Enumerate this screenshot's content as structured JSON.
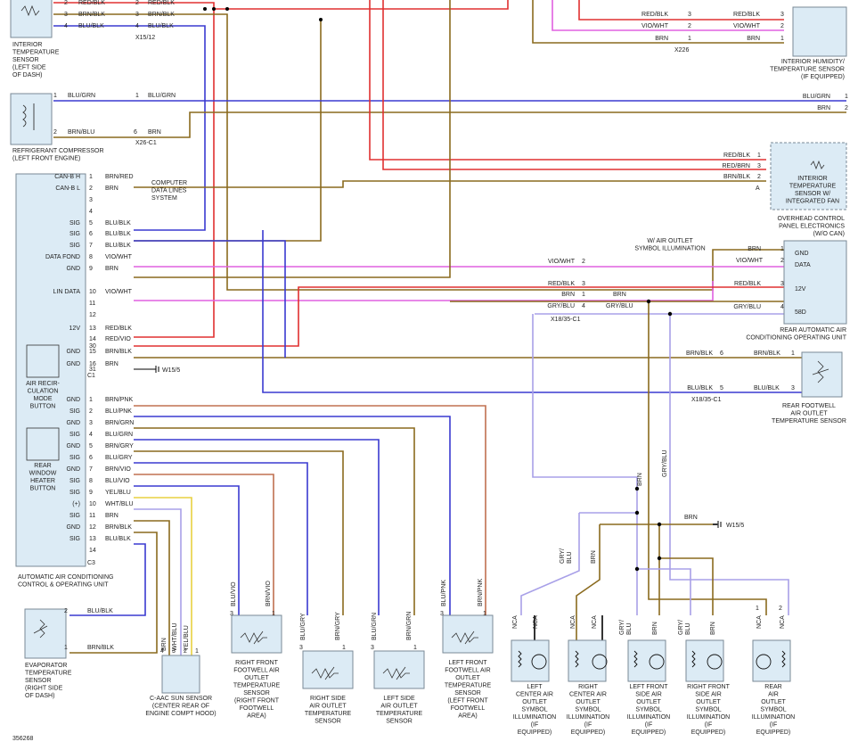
{
  "diagram_id": "356268",
  "components": {
    "interior_temp_sensor_ls": [
      "INTERIOR",
      "TEMPERATURE",
      "SENSOR",
      "(LEFT SIDE",
      "OF DASH)"
    ],
    "refrigerant_compressor": [
      "REFRIGERANT COMPRESSOR",
      "(LEFT FRONT ENGINE)"
    ],
    "humidity_sensor": [
      "INTERIOR HUMIDITY/",
      "TEMPERATURE SENSOR",
      "(IF EQUIPPED)"
    ],
    "interior_temp_fan": [
      "INTERIOR",
      "TEMPERATURE",
      "SENSOR W/",
      "INTEGRATED FAN"
    ],
    "overhead_panel": [
      "OVERHEAD CONTROL",
      "PANEL ELECTRONICS",
      "(W/O CAN)"
    ],
    "rear_ac_unit": [
      "REAR AUTOMATIC AIR",
      "CONDITIONING OPERATING UNIT"
    ],
    "rear_footwell": [
      "REAR FOOTWELL",
      "AIR OUTLET",
      "TEMPERATURE SENSOR"
    ],
    "ac_module": [
      "AUTOMATIC AIR CONDITIONING",
      "CONTROL & OPERATING UNIT"
    ],
    "recirc_button": [
      "AIR RECIR-",
      "CULATION",
      "MODE",
      "BUTTON"
    ],
    "rear_heater_button": [
      "REAR",
      "WINDOW",
      "HEATER",
      "BUTTON"
    ],
    "evaporator": [
      "EVAPORATOR",
      "TEMPERATURE",
      "SENSOR",
      "(RIGHT SIDE",
      "OF DASH)"
    ],
    "sun_sensor": [
      "C-AAC SUN SENSOR",
      "(CENTER REAR OF",
      "ENGINE COMPT HOOD)"
    ],
    "rf_footwell": [
      "RIGHT FRONT",
      "FOOTWELL AIR",
      "OUTLET",
      "TEMPERATURE",
      "SENSOR",
      "(RIGHT FRONT",
      "FOOTWELL",
      "AREA)"
    ],
    "rs_outlet": [
      "RIGHT SIDE",
      "AIR OUTLET",
      "TEMPERATURE",
      "SENSOR"
    ],
    "ls_outlet": [
      "LEFT SIDE",
      "AIR OUTLET",
      "TEMPERATURE",
      "SENSOR"
    ],
    "lf_footwell": [
      "LEFT FRONT",
      "FOOTWELL AIR",
      "OUTLET",
      "TEMPERATURE",
      "SENSOR",
      "(LEFT FRONT",
      "FOOTWELL",
      "AREA)"
    ],
    "illum_lc": [
      "LEFT",
      "CENTER AIR",
      "OUTLET",
      "SYMBOL",
      "ILLUMINATION",
      "(IF",
      "EQUIPPED)"
    ],
    "illum_rc": [
      "RIGHT",
      "CENTER AIR",
      "OUTLET",
      "SYMBOL",
      "ILLUMINATION",
      "(IF",
      "EQUIPPED)"
    ],
    "illum_lfs": [
      "LEFT FRONT",
      "SIDE AIR",
      "OUTLET",
      "SYMBOL",
      "ILLUMINATION",
      "(IF",
      "EQUIPPED)"
    ],
    "illum_rfs": [
      "RIGHT FRONT",
      "SIDE AIR",
      "OUTLET",
      "SYMBOL",
      "ILLUMINATION",
      "(IF",
      "EQUIPPED)"
    ],
    "illum_rear": [
      "REAR",
      "AIR",
      "OUTLET",
      "SYMBOL",
      "ILLUMINATION",
      "(IF",
      "EQUIPPED)"
    ]
  },
  "connectors": {
    "x15_12": "X15/12",
    "x26_c1": "X26-C1",
    "x226": "X226",
    "a": "A",
    "x18_35_c1": "X18/35-C1",
    "c1": "C1",
    "c3": "C3",
    "w15_5": "W15/5"
  },
  "notes": {
    "computer_data_lines": [
      "COMPUTER",
      "DATA LINES",
      "SYSTEM"
    ],
    "w_air_outlet": [
      "W/ AIR OUTLET",
      "SYMBOL ILLUMINATION"
    ]
  },
  "module_pins_c1": [
    {
      "num": "1",
      "sig": "CAN-B H",
      "wire": "BRN/RED"
    },
    {
      "num": "2",
      "sig": "CAN-B L",
      "wire": "BRN"
    },
    {
      "num": "3",
      "sig": "",
      "wire": ""
    },
    {
      "num": "4",
      "sig": "",
      "wire": ""
    },
    {
      "num": "5",
      "sig": "SIG",
      "wire": "BLU/BLK"
    },
    {
      "num": "6",
      "sig": "SIG",
      "wire": "BLU/BLK"
    },
    {
      "num": "7",
      "sig": "SIG",
      "wire": "BLU/BLK"
    },
    {
      "num": "8",
      "sig": "DATA FOND",
      "wire": "VIO/WHT"
    },
    {
      "num": "9",
      "sig": "GND",
      "wire": "BRN"
    },
    {
      "num": "10",
      "sig": "LIN DATA",
      "wire": "VIO/WHT"
    },
    {
      "num": "11",
      "sig": "",
      "wire": ""
    },
    {
      "num": "12",
      "sig": "",
      "wire": ""
    },
    {
      "num": "13",
      "sig": "12V",
      "wire": "RED/BLK"
    },
    {
      "num": "14",
      "sig": "",
      "wire": "RED/VIO"
    },
    {
      "num": "30",
      "sig": "",
      "wire": ""
    },
    {
      "num": "15",
      "sig": "GND",
      "wire": "BRN/BLK"
    },
    {
      "num": "16",
      "sig": "GND",
      "wire": "BRN"
    },
    {
      "num": "31",
      "sig": "",
      "wire": ""
    }
  ],
  "module_pins_c3": [
    {
      "num": "1",
      "sig": "GND",
      "wire": "BRN/PNK"
    },
    {
      "num": "2",
      "sig": "SIG",
      "wire": "BLU/PNK"
    },
    {
      "num": "3",
      "sig": "GND",
      "wire": "BRN/GRN"
    },
    {
      "num": "4",
      "sig": "SIG",
      "wire": "BLU/GRN"
    },
    {
      "num": "5",
      "sig": "GND",
      "wire": "BRN/GRY"
    },
    {
      "num": "6",
      "sig": "SIG",
      "wire": "BLU/GRY"
    },
    {
      "num": "7",
      "sig": "GND",
      "wire": "BRN/VIO"
    },
    {
      "num": "8",
      "sig": "SIG",
      "wire": "BLU/VIO"
    },
    {
      "num": "9",
      "sig": "SIG",
      "wire": "YEL/BLU"
    },
    {
      "num": "10",
      "sig": "(+)",
      "wire": "WHT/BLU"
    },
    {
      "num": "11",
      "sig": "SIG",
      "wire": "BRN"
    },
    {
      "num": "12",
      "sig": "GND",
      "wire": "BRN/BLK"
    },
    {
      "num": "13",
      "sig": "SIG",
      "wire": "BLU/BLK"
    },
    {
      "num": "14",
      "sig": "",
      "wire": ""
    }
  ],
  "pins": {
    "p1": "1",
    "p2": "2",
    "p3": "3",
    "p4": "4",
    "p5": "5",
    "p6": "6"
  },
  "signals": {
    "gnd": "GND",
    "data": "DATA",
    "v12": "12V",
    "s58d": "58D",
    "nca": "NCA"
  },
  "wires": {
    "red_blk": "RED/BLK",
    "brn_blk": "BRN/BLK",
    "blu_blk": "BLU/BLK",
    "blu_grn": "BLU/GRN",
    "brn_blu": "BRN/BLU",
    "brn": "BRN",
    "vio_wht": "VIO/WHT",
    "red_brn": "RED/BRN",
    "gry_blu": "GRY/BLU",
    "blu_vio": "BLU/VIO",
    "brn_vio": "BRN/VIO",
    "blu_gry": "BLU/GRY",
    "brn_gry": "BRN/GRY",
    "brn_grn": "BRN/GRN",
    "blu_pnk": "BLU/PNK",
    "brn_pnk": "BRN/PNK",
    "wht_blu": "WHT/BLU",
    "yel_blu": "YEL/BLU",
    "gry_slash": "GRY/",
    "blu": "BLU"
  },
  "colors": {
    "red": "#e03030",
    "brown": "#8a6a1e",
    "blue": "#3a3ad0",
    "violet": "#e060e0",
    "lavender": "#a8a0e8",
    "yellow": "#e8d040",
    "rust": "#c07050",
    "teal": "#5a8ad0"
  }
}
